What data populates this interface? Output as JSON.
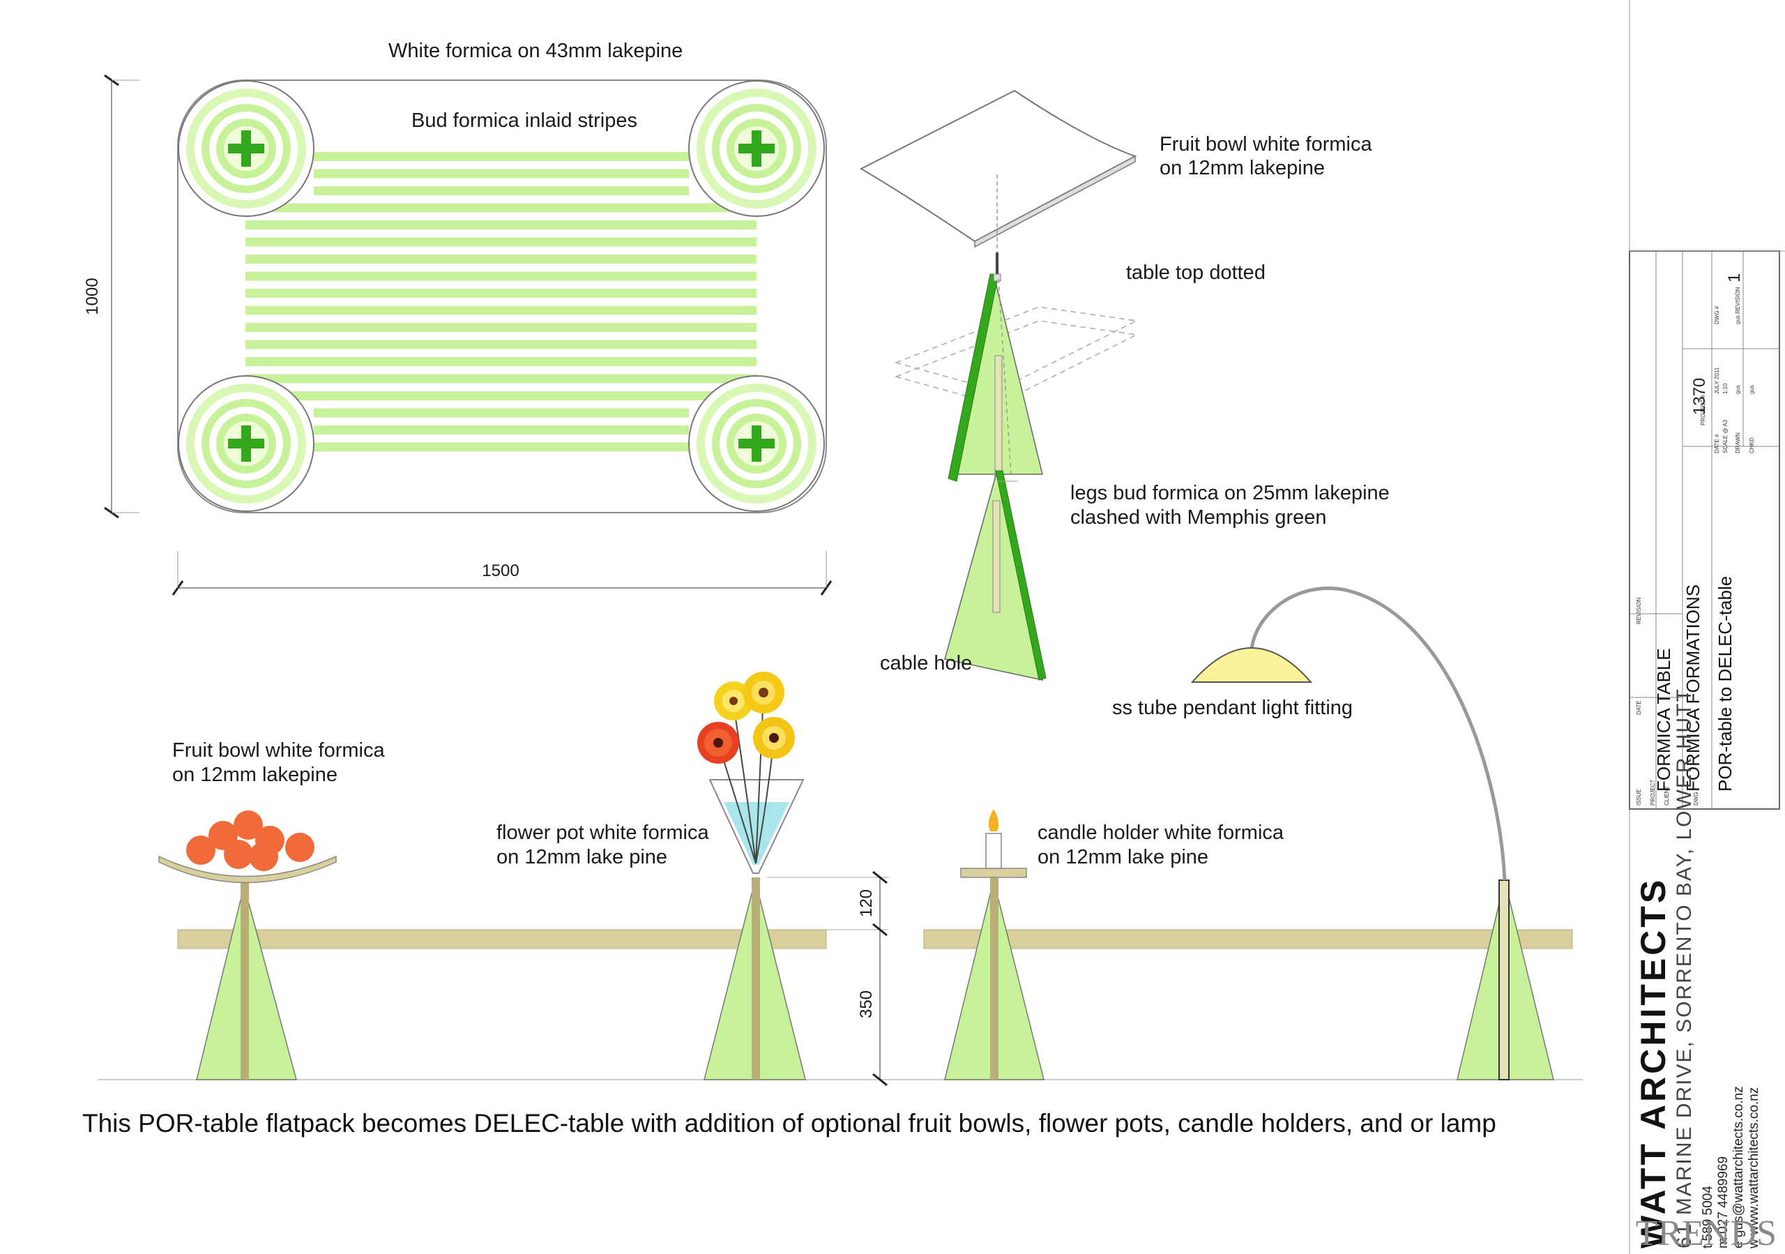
{
  "colors": {
    "bud_green": "#c8f29a",
    "bud_green_pale": "#e9fbd3",
    "memphis_green": "#33a81c",
    "lakepine": "#d8cf9c",
    "lakepine_dark": "#b9ad78",
    "water": "#a8e6ec",
    "orange": "#f06a3a",
    "lamp_yellow": "#fbf39a",
    "line": "#555555"
  },
  "plan": {
    "title": "White formica on 43mm lakepine",
    "stripes_label": "Bud formica inlaid stripes",
    "dim_height": "1000",
    "dim_width": "1500"
  },
  "exploded": {
    "fruit_bowl": [
      "Fruit bowl white formica",
      "on 12mm lakepine"
    ],
    "table_top": "table top dotted",
    "legs": [
      "legs bud formica on 25mm lakepine",
      "clashed with Memphis green"
    ],
    "cable_hole": "cable hole"
  },
  "elevation": {
    "lamp": "ss tube pendant light fitting",
    "fruit_bowl": [
      "Fruit bowl white formica",
      "on 12mm lakepine"
    ],
    "flower_pot": [
      "flower pot white formica",
      "on 12mm lake pine"
    ],
    "candle_holder": [
      "candle holder white formica",
      "on 12mm lake pine"
    ],
    "dim_upper": "120",
    "dim_lower": "350"
  },
  "caption": "This POR-table flatpack becomes DELEC-table with addition of optional fruit bowls, flower pots, candle holders, and or lamp",
  "title_block": {
    "project_no": "1370",
    "sheet_no": "1",
    "small_fields": [
      "ISSUE",
      "PROJECT",
      "CLIENT",
      "DWG",
      "DATE",
      "REVISION",
      "PROJECT #",
      "DATE #",
      "SCALE @ A3",
      "DRAWN",
      "CHKD",
      "DWG #",
      "JULY 2011",
      "1:10",
      "gus",
      "gus",
      "gus REVISION"
    ],
    "project": "FORMICA TABLE",
    "client": "FORMICA FORMATIONS",
    "drawing": "POR-table to DELEC-table",
    "firm": "WATT ARCHITECTS",
    "address": "61 MARINE DRIVE, SORRENTO BAY, LOWER HUTT",
    "contacts": [
      "t  589 5004",
      "m  027 4489969",
      "e  gus@wattarchitects.co.nz",
      "w  www.wattarchitects.co.nz"
    ]
  },
  "watermark": "TRENDS"
}
